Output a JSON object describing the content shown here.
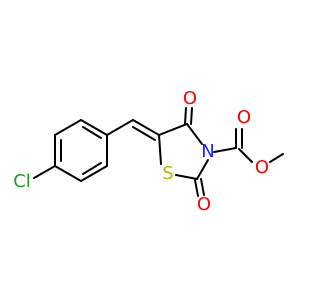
{
  "molecule": {
    "atoms": {
      "chlorine": "Cl",
      "sulfur": "S",
      "nitrogen": "N",
      "oxygen_ketone": "O",
      "oxygen_ring_carbonyl": "O",
      "oxygen_ester_carbonyl": "O",
      "oxygen_ester_ether": "O"
    },
    "colors": {
      "chlorine": "#1fa01f",
      "sulfur": "#b8b800",
      "nitrogen": "#1a1aff",
      "oxygen": "#ff0000",
      "bond": "#000000"
    }
  }
}
